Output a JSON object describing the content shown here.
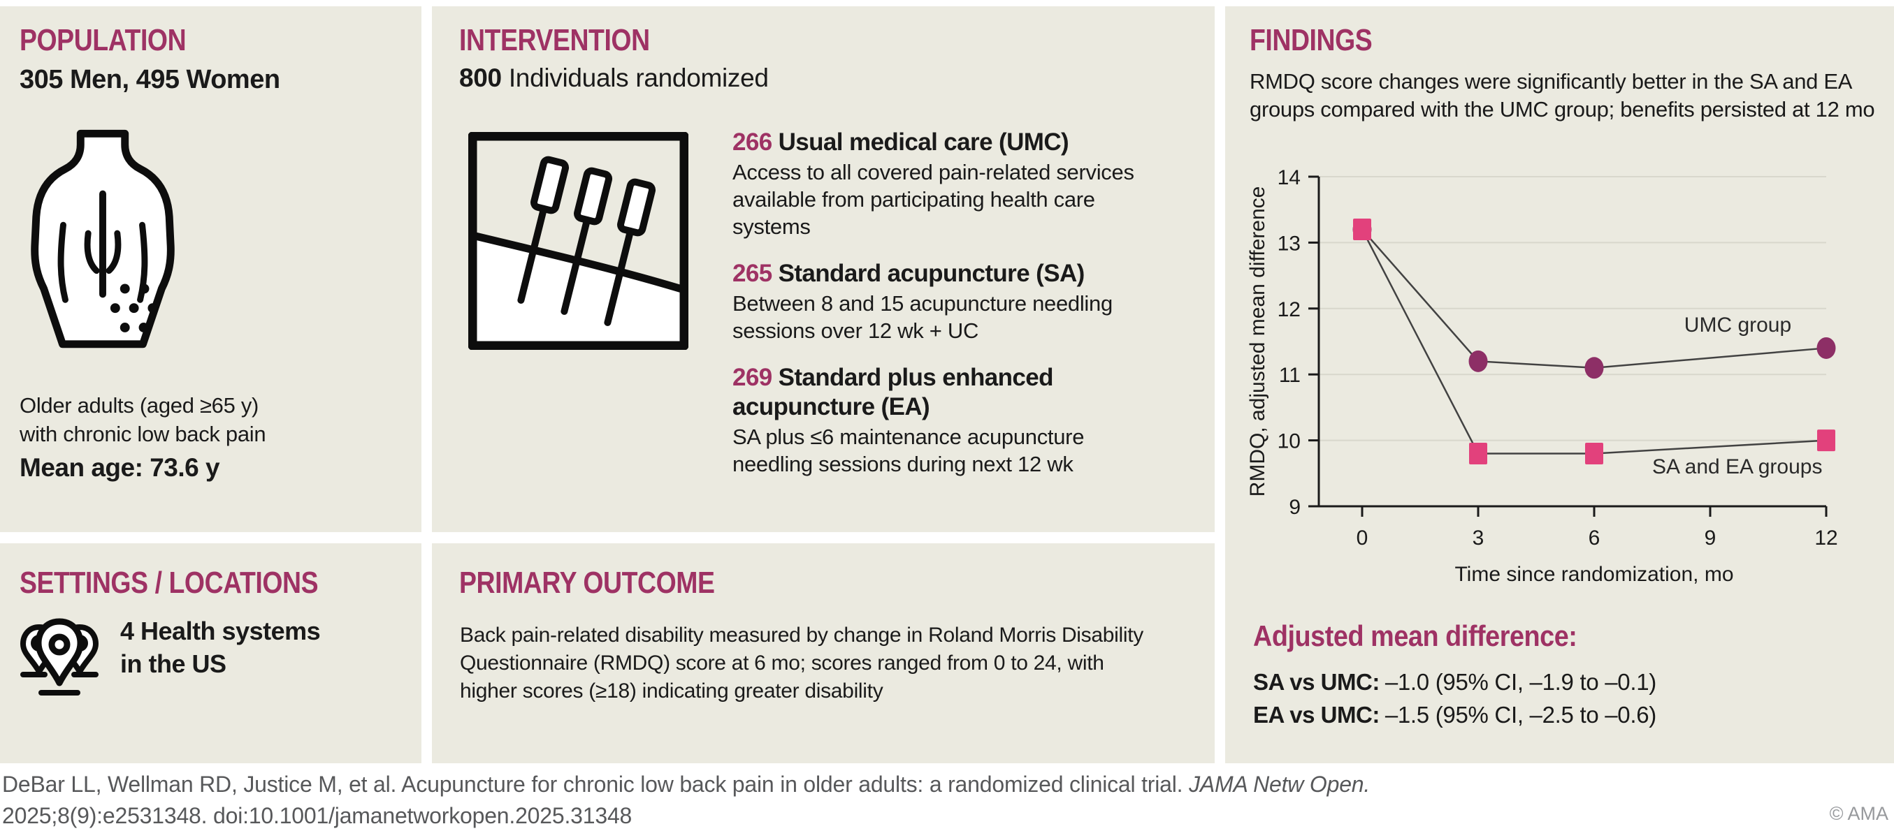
{
  "theme": {
    "accent": "#9e3264",
    "panel_bg": "#ebeae0",
    "umc_marker_color": "#8d2f66",
    "sa_marker_color": "#e2417c"
  },
  "panels": {
    "population": {
      "title": "POPULATION",
      "subtitle": "305 Men, 495 Women",
      "icon": "back-pain-icon",
      "desc_lines": [
        "Older adults (aged ≥65 y)",
        "with chronic low back pain"
      ],
      "mean_age": "Mean age: 73.6 y"
    },
    "settings": {
      "title": "SETTINGS / LOCATIONS",
      "icon": "map-pins-icon",
      "text_lines": [
        "4 Health systems",
        "in the US"
      ]
    },
    "intervention": {
      "title": "INTERVENTION",
      "count": "800",
      "count_label": "Individuals randomized",
      "icon": "acupuncture-needles-icon",
      "groups": [
        {
          "n": "266",
          "title_lines": [
            "Usual medical care (UMC)"
          ],
          "desc_lines": [
            "Access to all covered pain-related services",
            "available from participating health care",
            "systems"
          ]
        },
        {
          "n": "265",
          "title_lines": [
            "Standard acupuncture (SA)"
          ],
          "desc_lines": [
            "Between 8 and 15 acupuncture needling",
            "sessions over 12 wk + UC"
          ]
        },
        {
          "n": "269",
          "title_lines": [
            "Standard plus enhanced",
            "acupuncture (EA)"
          ],
          "desc_lines": [
            "SA plus ≤6 maintenance acupuncture",
            "needling sessions during next 12 wk"
          ]
        }
      ]
    },
    "primary_outcome": {
      "title": "PRIMARY OUTCOME",
      "text_lines": [
        "Back pain-related disability measured by change in Roland Morris Disability",
        "Questionnaire (RMDQ) score at 6 mo; scores ranged from 0 to 24, with",
        "higher scores (≥18) indicating greater disability"
      ]
    },
    "findings": {
      "title": "FINDINGS",
      "text_lines": [
        "RMDQ score changes were significantly better in the SA and EA",
        "groups compared with the UMC group; benefits persisted at 12 mo"
      ],
      "adjusted_heading": "Adjusted mean difference:",
      "results": [
        {
          "label": "SA vs UMC:",
          "value": "–1.0 (95% CI, –1.9 to –0.1)"
        },
        {
          "label": "EA vs UMC:",
          "value": "–1.5 (95% CI, –2.5 to –0.6)"
        }
      ]
    }
  },
  "chart_data": {
    "type": "line",
    "x": [
      0,
      3,
      6,
      12
    ],
    "xticks": [
      0,
      3,
      6,
      9,
      12
    ],
    "yticks": [
      9,
      10,
      11,
      12,
      13,
      14
    ],
    "ylim": [
      9,
      14
    ],
    "xlim": [
      0,
      12
    ],
    "xlabel": "Time since randomization, mo",
    "ylabel": "RMDQ, adjusted mean difference",
    "grid": true,
    "legend_position": "inline-annotations",
    "series": [
      {
        "name": "UMC group",
        "marker": "circle",
        "color": "#8d2f66",
        "values": [
          13.2,
          11.2,
          11.1,
          11.4
        ],
        "label_x": 11.1,
        "label_y": 11.65
      },
      {
        "name": "SA and EA groups",
        "marker": "square",
        "color": "#e2417c",
        "values": [
          13.2,
          9.8,
          9.8,
          10.0
        ],
        "label_x": 11.9,
        "label_y": 9.5
      }
    ]
  },
  "footer": {
    "citation_line1": "DeBar LL, Wellman RD, Justice M, et al. Acupuncture for chronic low back pain in older adults: a randomized clinical trial. ",
    "citation_journal": "JAMA Netw Open.",
    "citation_line2": "2025;8(9):e2531348. doi:10.1001/jamanetworkopen.2025.31348",
    "copyright": "© AMA"
  }
}
